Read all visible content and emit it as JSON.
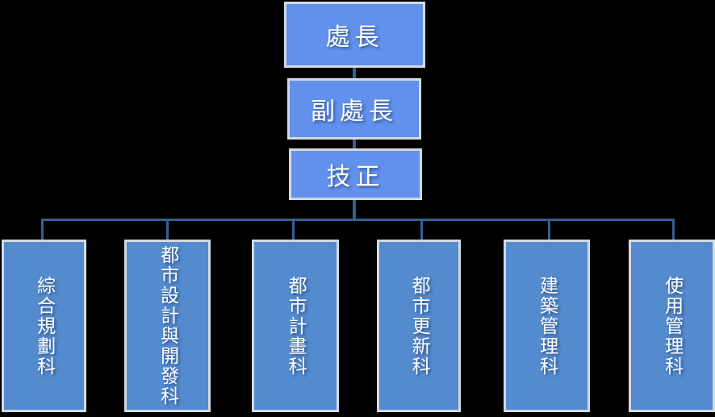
{
  "org": {
    "title": "organization-chart",
    "top_nodes": [
      {
        "id": "director",
        "label": "處長"
      },
      {
        "id": "deputy-director",
        "label": "副處長"
      },
      {
        "id": "technical-specialist",
        "label": "技正"
      }
    ],
    "departments": [
      {
        "id": "comprehensive-planning-section",
        "label": "綜合規劃科"
      },
      {
        "id": "urban-design-and-development-section",
        "label": "都市設計與開發科"
      },
      {
        "id": "urban-planning-section",
        "label": "都市計畫科"
      },
      {
        "id": "urban-renewal-section",
        "label": "都市更新科"
      },
      {
        "id": "building-management-section",
        "label": "建築管理科"
      },
      {
        "id": "use-management-section",
        "label": "使用管理科"
      }
    ],
    "colors": {
      "top_box_fill": "#6191ec",
      "department_box_fill": "#548bce",
      "box_border": "#d4d9e0",
      "connector": "#365f91",
      "text": "#ffffff",
      "background": "#000000"
    }
  }
}
